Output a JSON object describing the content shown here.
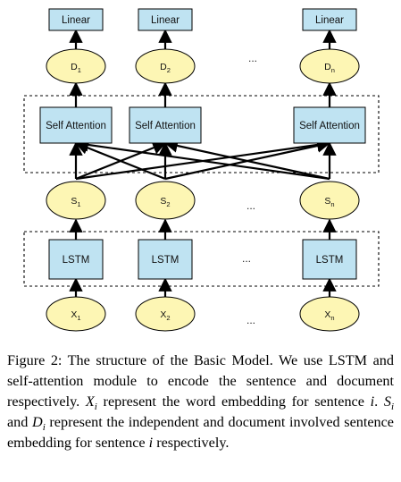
{
  "diagram": {
    "linear_label": "Linear",
    "self_attention_label": "Self Attention",
    "lstm_label": "LSTM",
    "ellipsis": "...",
    "d_nodes": [
      {
        "base": "D",
        "sub": "1"
      },
      {
        "base": "D",
        "sub": "2"
      },
      {
        "base": "D",
        "sub": "n"
      }
    ],
    "s_nodes": [
      {
        "base": "S",
        "sub": "1"
      },
      {
        "base": "S",
        "sub": "2"
      },
      {
        "base": "S",
        "sub": "n"
      }
    ],
    "x_nodes": [
      {
        "base": "X",
        "sub": "1"
      },
      {
        "base": "X",
        "sub": "2"
      },
      {
        "base": "X",
        "sub": "n"
      }
    ],
    "colors": {
      "box_fill": "#bfe3f2",
      "ellipse_fill": "#fdf6b4",
      "stroke": "#000000"
    }
  },
  "caption": {
    "p1": "Figure 2: The structure of the Basic Model. We use LSTM and self-attention module to encode the sentence and document respectively. ",
    "xi_base": "X",
    "xi_sub": "i",
    "p2": " represent the word embedding for sentence ",
    "i1": "i",
    "p3": ". ",
    "si_base": "S",
    "si_sub": "i",
    "p4": " and ",
    "di_base": "D",
    "di_sub": "i",
    "p5": " represent the independent and document involved sentence embedding for sentence ",
    "i2": "i",
    "p6": " respectively."
  }
}
